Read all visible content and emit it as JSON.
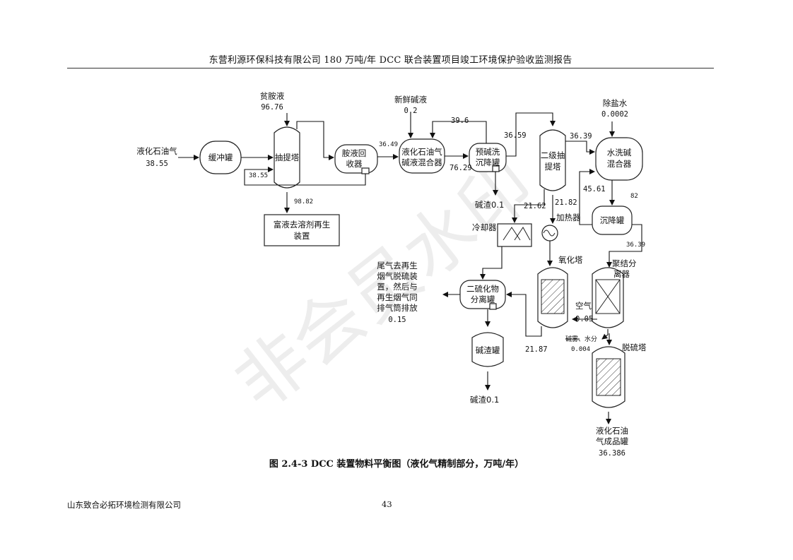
{
  "header": {
    "title": "东营利源环保科技有限公司 180 万吨/年 DCC 联合装置项目竣工环境保护验收监测报告"
  },
  "watermark": "非会员水印",
  "figure": {
    "caption": "图 2.4-3 DCC 装置物料平衡图（液化气精制部分，万吨/年）",
    "feed": {
      "label": "液化石油气",
      "value": "38.55"
    },
    "lean_amine": {
      "label": "贫胺液",
      "value": "96.76"
    },
    "fresh_caustic": {
      "label": "新鲜碱液",
      "value": "0.2"
    },
    "desalted_water": {
      "label": "除盐水",
      "value": "0.0002"
    },
    "units": {
      "buffer_tank": "缓冲罐",
      "extractor": "抽提塔",
      "amine_recovery_1": "胺液回",
      "amine_recovery_2": "收器",
      "lpg_mixer_1": "液化石油气",
      "lpg_mixer_2": "碱液混合器",
      "prewash_1": "预碱洗",
      "prewash_2": "沉降罐",
      "second_extractor_1": "二级抽",
      "second_extractor_2": "提塔",
      "water_wash_1": "水洗碱",
      "water_wash_2": "混合器",
      "rich_regen_1": "富液去溶剂再生",
      "rich_regen_2": "装置",
      "settling_tank": "沉降罐",
      "cooler": "冷却器",
      "heater": "加热器",
      "oxidation_tower": "氧化塔",
      "coalescer_1": "聚结分",
      "coalescer_2": "离器",
      "disulfide_sep_1": "二硫化物",
      "disulfide_sep_2": "分离罐",
      "caustic_residue_tank": "碱渣罐",
      "desulfurizer": "脱硫塔"
    },
    "tail_gas": {
      "line1": "尾气去再生",
      "line2": "烟气脱硫装",
      "line3": "置，然后与",
      "line4": "再生烟气同",
      "line5": "排气筒排放",
      "value": "0.15"
    },
    "product": {
      "line1": "液化石油",
      "line2": "气成品罐",
      "value": "36.386"
    },
    "air": {
      "label": "空气",
      "value": "0.05"
    },
    "mist": {
      "label": "碱雾、水分",
      "value": "0.004"
    },
    "residue_1": "碱渣0.1",
    "residue_2": "碱渣0.1",
    "flows": {
      "f_3855": "38.55",
      "f_9882": "98.82",
      "f_3649": "36.49",
      "f_396": "39.6",
      "f_7629": "76.29",
      "f_3659": "36.59",
      "f_3639a": "36.39",
      "f_2162": "21.62",
      "f_2182": "21.82",
      "f_4561": "45.61",
      "f_82": "82",
      "f_3639b": "36.39",
      "f_2187": "21.87"
    }
  },
  "footer": {
    "company": "山东致合必拓环境检测有限公司",
    "page": "43"
  }
}
